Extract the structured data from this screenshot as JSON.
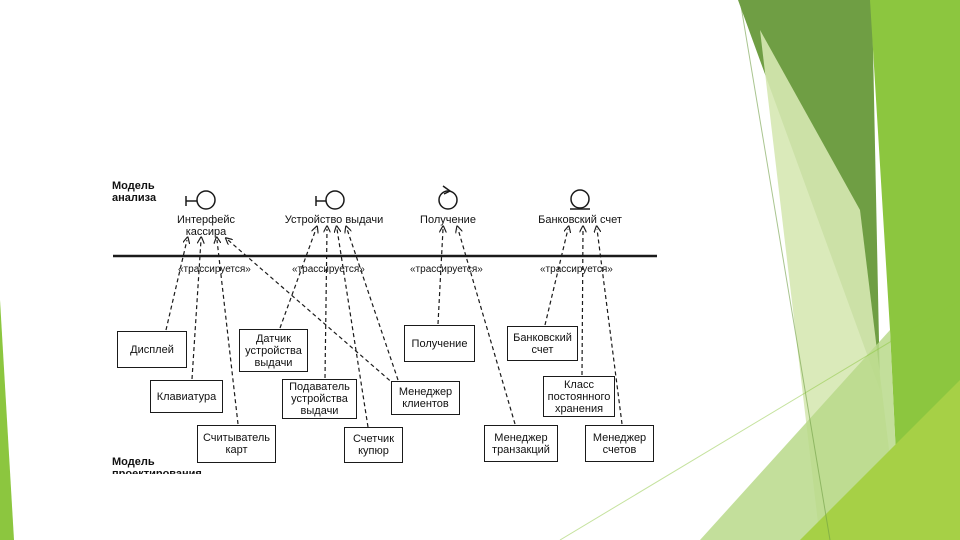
{
  "colors": {
    "accent_light": "#d6e8b3",
    "accent_mid": "#8cc63f",
    "accent_dark": "#6f9e44",
    "accent_bright": "#a6d046",
    "line": "#1a1a1a"
  },
  "diagram": {
    "analysis_model_label": "Модель\nанализа",
    "design_model_label": "Модель\nпроектирования",
    "trace_label": "«трассируется»",
    "analysis_classes": [
      {
        "name": "Интерфейс\nкассира",
        "stereotype": "boundary-icon"
      },
      {
        "name": "Устройство выдачи",
        "stereotype": "boundary-icon"
      },
      {
        "name": "Получение",
        "stereotype": "control-icon"
      },
      {
        "name": "Банковский счет",
        "stereotype": "entity-icon"
      }
    ],
    "design_classes": [
      "Дисплей",
      "Клавиатура",
      "Считыватель\nкарт",
      "Датчик\nустройства\nвыдачи",
      "Подаватель\nустройства\nвыдачи",
      "Счетчик\nкупюр",
      "Менеджер\nклиентов",
      "Получение",
      "Менеджер\nтранзакций",
      "Банковский\nсчет",
      "Класс\nпостоянного\nхранения",
      "Менеджер\nсчетов"
    ]
  }
}
